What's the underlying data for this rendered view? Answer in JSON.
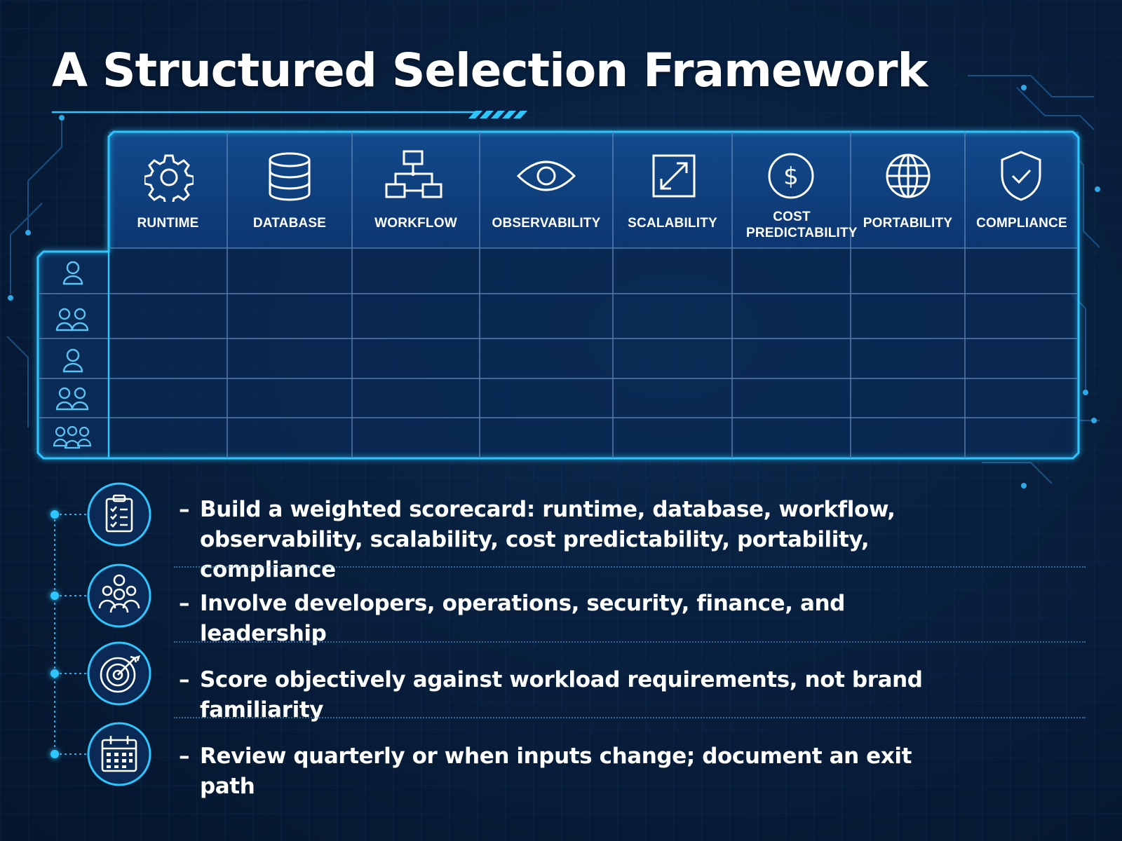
{
  "title": "A Structured Selection Framework",
  "columns": [
    {
      "label": "RUNTIME",
      "icon": "gear-icon"
    },
    {
      "label": "DATABASE",
      "icon": "database-icon"
    },
    {
      "label": "WORKFLOW",
      "icon": "workflow-icon"
    },
    {
      "label": "OBSERVABILITY",
      "icon": "eye-icon"
    },
    {
      "label": "SCALABILITY",
      "icon": "expand-icon"
    },
    {
      "label": "COST PREDICTABILITY",
      "icon": "dollar-icon"
    },
    {
      "label": "PORTABILITY",
      "icon": "globe-icon"
    },
    {
      "label": "COMPLIANCE",
      "icon": "shield-check-icon"
    }
  ],
  "rows": [
    {
      "icon": "user-icon"
    },
    {
      "icon": "users-icon"
    },
    {
      "icon": "user-icon"
    },
    {
      "icon": "users-icon"
    },
    {
      "icon": "group-icon"
    }
  ],
  "bullets": [
    {
      "dash": "–",
      "text": "Build a weighted scorecard: runtime, database, workflow, observability, scalability, cost predictability, portability, compliance",
      "icon": "clipboard-checklist-icon"
    },
    {
      "dash": "–",
      "text": "Involve developers, operations, security, finance, and leadership",
      "icon": "team-icon"
    },
    {
      "dash": "–",
      "text": "Score objectively against workload requirements, not brand familiarity",
      "icon": "target-icon"
    },
    {
      "dash": "–",
      "text": "Review quarterly or when inputs change; document an exit path",
      "icon": "calendar-icon"
    }
  ],
  "colors": {
    "background": "#08203f",
    "header_fill": "#0e3d78",
    "accent": "#2fc6ff",
    "grid_line": "#5d86b5"
  }
}
